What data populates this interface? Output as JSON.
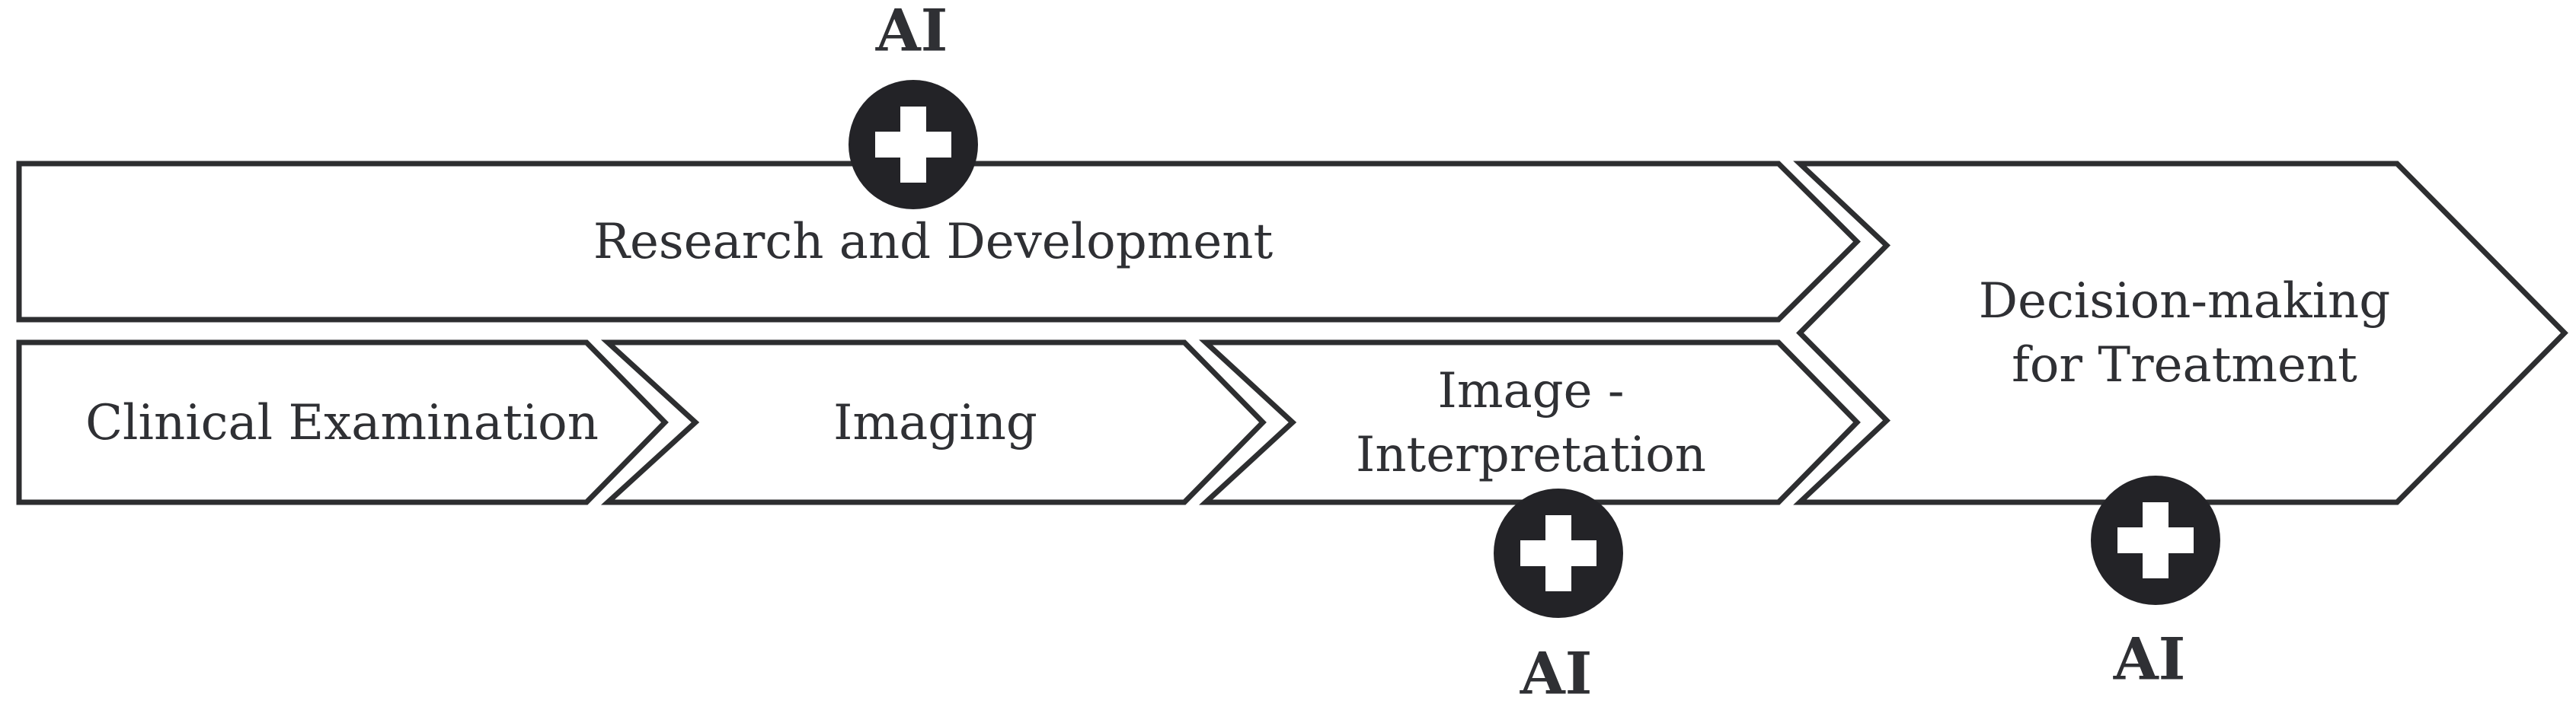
{
  "figure": {
    "type": "process-flow-diagram",
    "description": "Clinical imaging workflow chevron diagram with AI augmentation points",
    "colors": {
      "stroke_color": "#2d2e30",
      "arrow_fill": "#ffffff",
      "badge_color": "#232327",
      "plus_color": "#ffffff",
      "label_color": "#2f3034"
    },
    "stages": [
      {
        "id": "research-and-development",
        "label": "Research and Development"
      },
      {
        "id": "clinical-examination",
        "label": "Clinical Examination"
      },
      {
        "id": "imaging",
        "label": "Imaging"
      },
      {
        "id": "image-interpretation",
        "label_line1": "Image -",
        "label_line2": "Interpretation"
      },
      {
        "id": "decision-making-for-treatment",
        "label_line1": "Decision-making",
        "label_line2": "for Treatment"
      }
    ],
    "ai_markers": [
      {
        "id": "ai-research-and-development",
        "label": "AI"
      },
      {
        "id": "ai-image-interpretation",
        "label": "AI"
      },
      {
        "id": "ai-decision-making",
        "label": "AI"
      }
    ]
  }
}
